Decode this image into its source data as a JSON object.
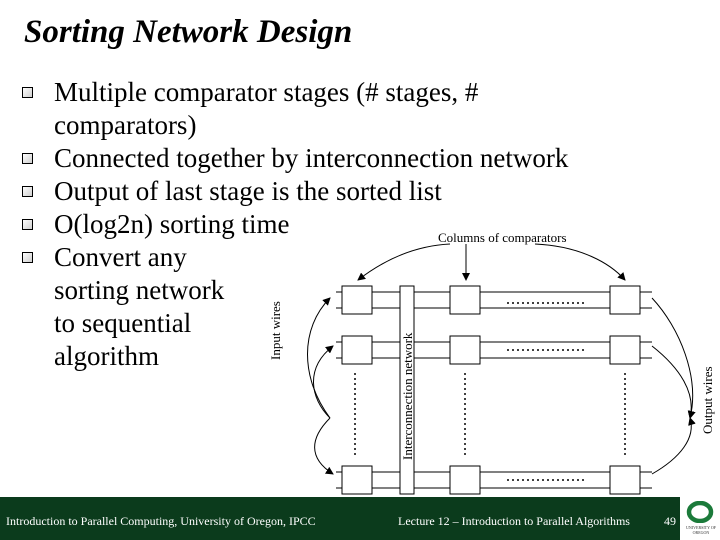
{
  "slide": {
    "title": "Sorting Network Design",
    "bullets": [
      "Multiple comparator stages (# stages, #\ncomparators)",
      "Connected together by interconnection network",
      "Output of last stage is the sorted list",
      "O(log2n) sorting time",
      "Convert any\nsorting network\nto sequential\nalgorithm"
    ],
    "figure": {
      "columns_label": "Columns of comparators",
      "input_label": "Input wires",
      "interconnection_label": "Interconnection network",
      "output_label": "Output wires"
    },
    "footer": {
      "left": "Introduction to Parallel Computing, University of Oregon, IPCC",
      "center": "Lecture 12 – Introduction to Parallel Algorithms",
      "page_number": "49",
      "logo_letter": "O",
      "logo_text": "UNIVERSITY OF OREGON"
    },
    "colors": {
      "footer_bar": "#0b3b1c",
      "logo_green": "#1b7a3a"
    }
  }
}
